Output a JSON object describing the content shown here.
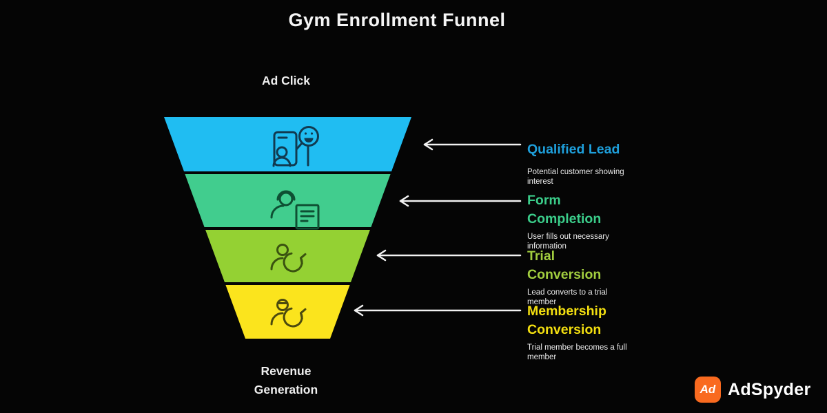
{
  "title": "Gym Enrollment Funnel",
  "background": "#050505",
  "funnel": {
    "top_label": "Ad Click",
    "bottom_label": "Revenue\nGeneration",
    "stages": [
      {
        "heading": "Qualified Lead",
        "heading_color": "#1E9FDB",
        "description": "Potential customer showing\ninterest",
        "color": "#20BDF2",
        "icon": "lead-profile-chat-icon",
        "icon_color": "#113A50"
      },
      {
        "heading": "Form\nCompletion",
        "heading_color": "#3BCD8A",
        "description": "User fills out necessary\ninformation",
        "color": "#41CD8E",
        "icon": "support-form-icon",
        "icon_color": "#0E4F33"
      },
      {
        "heading": "Trial\nConversion",
        "heading_color": "#A2CE3F",
        "description": "Lead converts to a trial\nmember",
        "color": "#94D133",
        "icon": "user-cycle-icon",
        "icon_color": "#3A5310"
      },
      {
        "heading": "Membership\nConversion",
        "heading_color": "#F3DF10",
        "description": "Trial member becomes a full\nmember",
        "color": "#FBE41D",
        "icon": "member-cycle-icon",
        "icon_color": "#4C4A0E"
      }
    ]
  },
  "arrows": {
    "color": "#F2F2F2"
  },
  "logo": {
    "badge": "Ad",
    "badge_color": "#F96A1F",
    "text": "AdSpyder",
    "text_color": "#FFFFFF"
  }
}
